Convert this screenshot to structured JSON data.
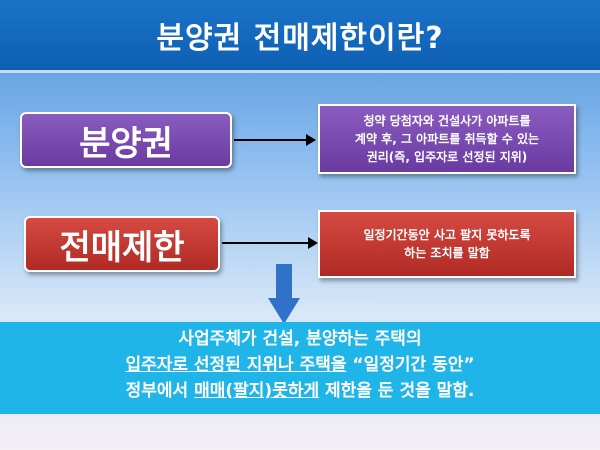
{
  "title": "분양권 전매제한이란?",
  "nodes": {
    "bunyanggwon": {
      "label": "분양권",
      "description_lines": [
        "청약 당첨자와 건설사가 아파트를",
        "계약 후, 그 아파트를 취득할 수 있는",
        "권리(즉, 입주자로 선정된 지위)"
      ]
    },
    "jeonmae": {
      "label": "전매제한",
      "description_lines": [
        "일정기간동안 사고 팔지 못하도록",
        "하는 조치를 말함"
      ]
    }
  },
  "summary": {
    "line1": "사업주체가 건설, 분양하는 주택의",
    "line2_u1": "입주자로 선정된 지위나 주택을",
    "line2_mid": " “일정기간 동안”",
    "line3_a": "정부에서 ",
    "line3_u": "매매(팔지)못하게",
    "line3_b": " 제한을 둔 것을 말함."
  },
  "colors": {
    "title_bg": "#1a73c8",
    "purple": "#7a4bb0",
    "red": "#c43a33",
    "summary_bg": "#20b5e8",
    "arrow": "#2f72c8"
  }
}
